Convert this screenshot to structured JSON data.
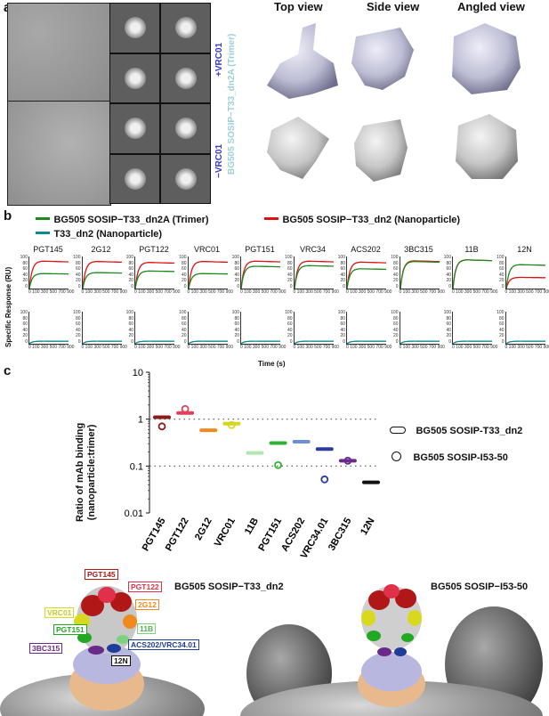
{
  "panel_a": {
    "letter": "a",
    "views": [
      "Top view",
      "Side view",
      "Angled view"
    ],
    "plus_label": "+VRC01",
    "minus_label": "−VRC01",
    "construct_label": "BG505 SOSIP−T33_dn2A (Trimer)"
  },
  "panel_b": {
    "letter": "b",
    "legend": [
      {
        "label": "BG505 SOSIP−T33_dn2A (Trimer)",
        "color": "#1a8a1a"
      },
      {
        "label": "BG505 SOSIP−T33_dn2 (Nanoparticle)",
        "color": "#e01010"
      },
      {
        "label": "T33_dn2 (Nanoparticle)",
        "color": "#0e8a8a"
      }
    ],
    "antibodies": [
      "PGT145",
      "2G12",
      "PGT122",
      "VRC01",
      "PGT151",
      "VRC34",
      "ACS202",
      "3BC315",
      "11B",
      "12N"
    ],
    "y_label": "Specific Response (RU)",
    "x_label": "Time (s)",
    "x_ticks": "0 100 300 500 700 900",
    "y_ticks": [
      "100",
      "80",
      "60",
      "40",
      "20",
      "0"
    ],
    "trimer_plateau": [
      0.47,
      0.5,
      0.55,
      0.47,
      0.7,
      0.72,
      0.62,
      0.85,
      0.9,
      0.75
    ],
    "nano_plateau": [
      0.86,
      0.85,
      0.82,
      0.85,
      0.86,
      0.86,
      0.83,
      0.87,
      0.9,
      0.35
    ]
  },
  "panel_c": {
    "letter": "c",
    "ylabel_line1": "Ratio of mAb binding",
    "ylabel_line2": "(nanoparticle:trimer)",
    "y_ticks": [
      "10",
      "1",
      "0.1",
      "0.01"
    ],
    "legend": [
      {
        "label": "BG505 SOSIP-T33_dn2",
        "marker": "bar"
      },
      {
        "label": "BG505 SOSIP-I53-50",
        "marker": "circle"
      }
    ]
  },
  "chart_data": {
    "type": "scatter",
    "categories": [
      "PGT145",
      "PGT122",
      "2G12",
      "VRC01",
      "11B",
      "PGT151",
      "ACS202",
      "VRC34.01",
      "3BC315",
      "12N"
    ],
    "colors": [
      "#8b1a1a",
      "#e0405a",
      "#f08a1e",
      "#d6d61e",
      "#b0e6b0",
      "#32b232",
      "#6a8fd6",
      "#2a3d9c",
      "#6a2a8a",
      "#111111"
    ],
    "series": [
      {
        "name": "BG505 SOSIP-T33_dn2",
        "values": [
          1.1,
          1.35,
          0.58,
          0.8,
          0.19,
          0.31,
          0.33,
          0.23,
          0.13,
          0.045
        ]
      },
      {
        "name": "BG505 SOSIP-I53-50",
        "values": [
          0.7,
          1.65,
          null,
          0.75,
          null,
          0.105,
          null,
          0.052,
          0.13,
          null
        ]
      }
    ],
    "ylim": [
      0.01,
      10
    ],
    "log_y": true,
    "reference_lines": [
      1,
      0.1
    ]
  },
  "panel_d": {
    "left_title": "BG505 SOSIP−T33_dn2",
    "right_title": "BG505 SOSIP−I53-50",
    "epitopes": [
      {
        "label": "PGT145",
        "color": "#b01818"
      },
      {
        "label": "PGT122",
        "color": "#e0304a"
      },
      {
        "label": "2G12",
        "color": "#f08a1e"
      },
      {
        "label": "VRC01",
        "color": "#d8d81e"
      },
      {
        "label": "11B",
        "color": "#7ed27e"
      },
      {
        "label": "PGT151",
        "color": "#22a822"
      },
      {
        "label": "ACS202/VRC34.01",
        "color": "#1e3c9a"
      },
      {
        "label": "3BC315",
        "color": "#6a2a8a"
      },
      {
        "label": "12N",
        "color": "#111111"
      }
    ]
  }
}
